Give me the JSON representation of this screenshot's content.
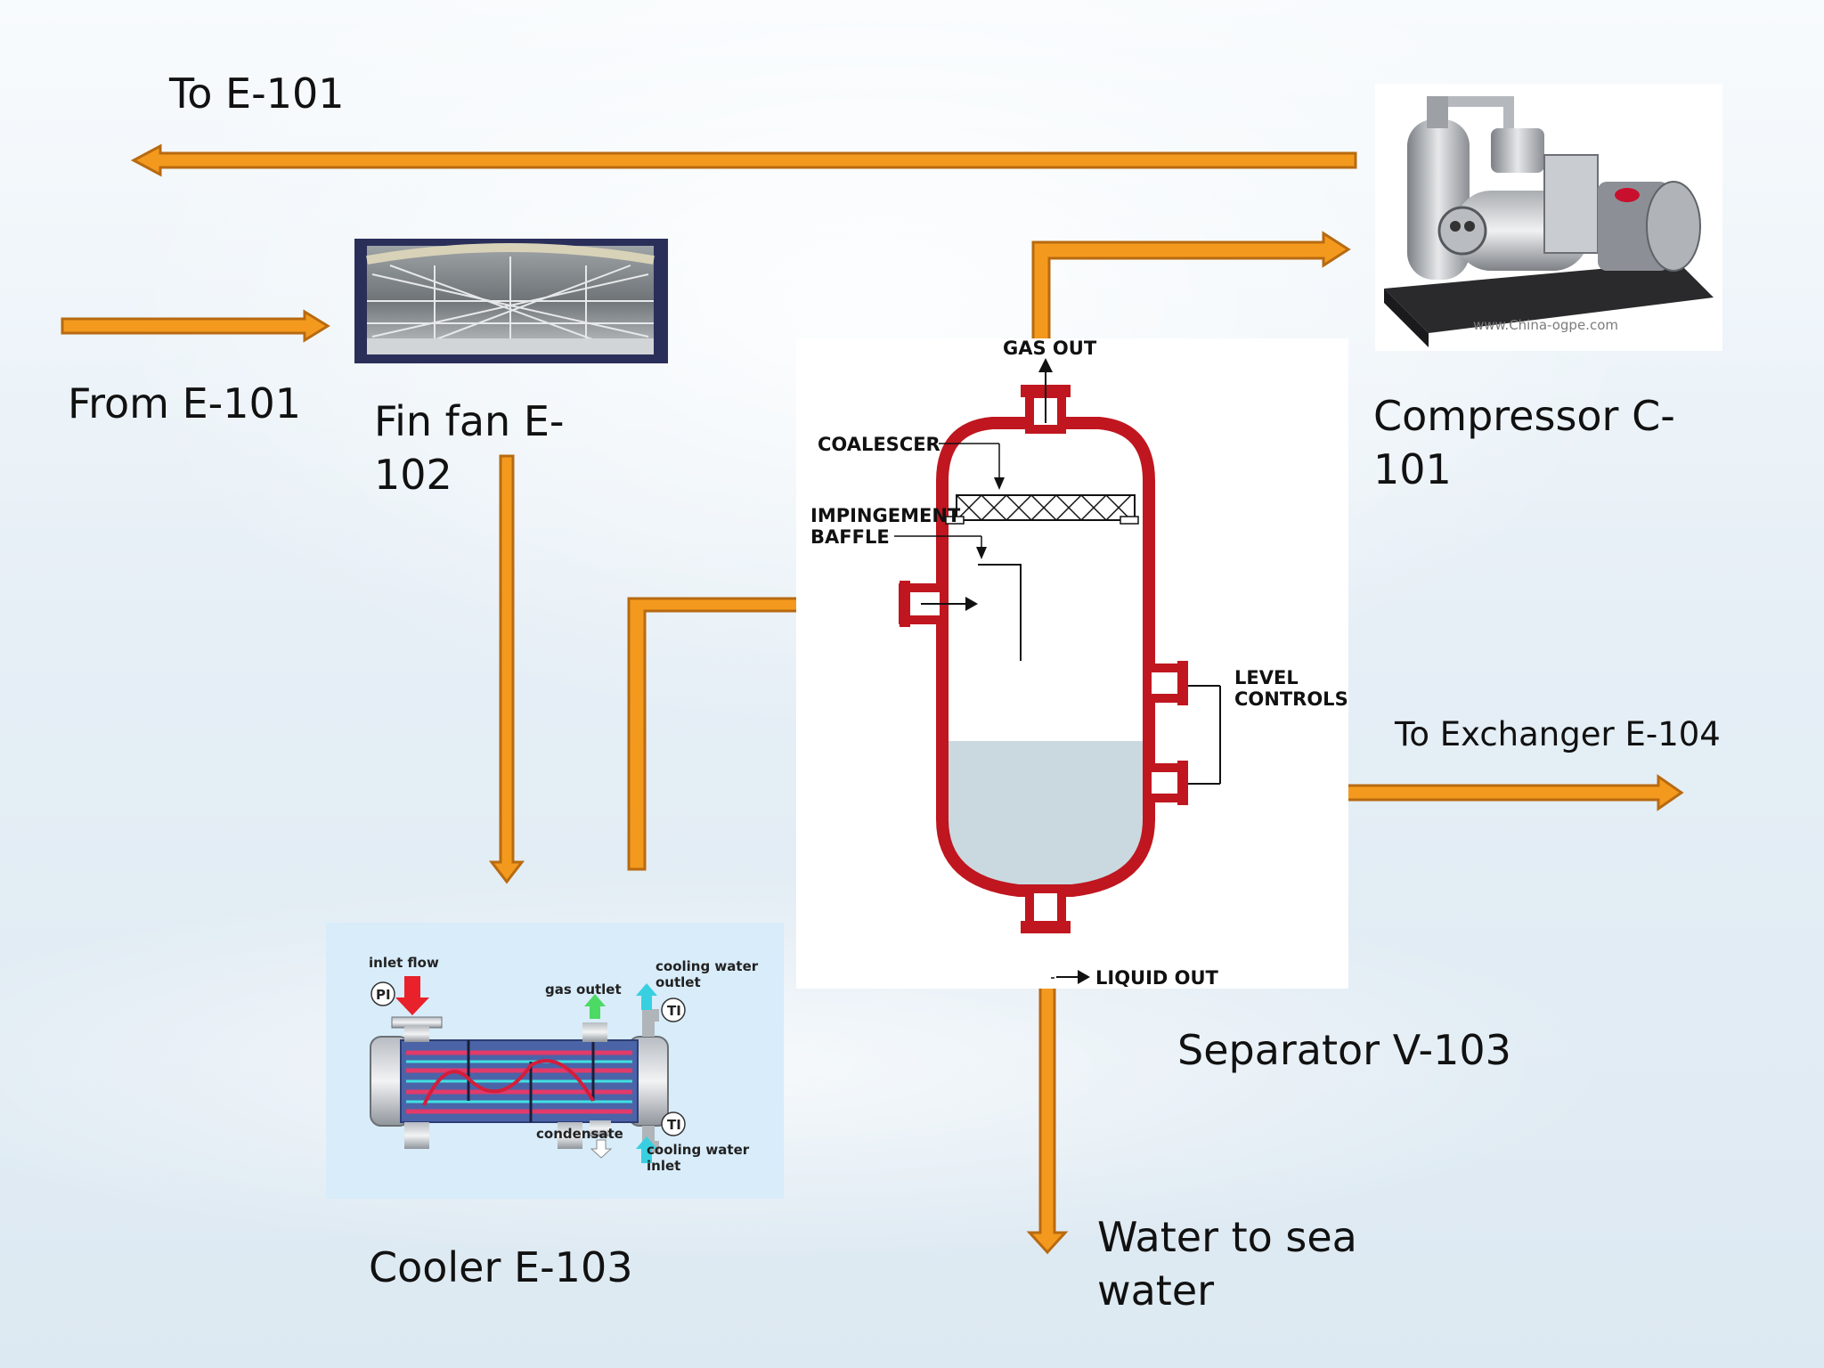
{
  "labels": {
    "to_e101": "To E-101",
    "from_e101": "From E-101",
    "fin_fan_line1": "Fin fan E-",
    "fin_fan_line2": "102",
    "compressor_line1": "Compressor C-",
    "compressor_line2": "101",
    "to_exchanger": "To Exchanger E-104",
    "separator": "Separator V-103",
    "cooler": "Cooler E-103",
    "water_line1": "Water to sea",
    "water_line2": "water"
  },
  "separator_callouts": {
    "gas_out": "GAS OUT",
    "coalescer": "COALESCER",
    "impingement": "IMPINGEMENT",
    "baffle": "BAFFLE",
    "level": "LEVEL",
    "controls": "CONTROLS",
    "liquid_out": "LIQUID OUT"
  },
  "cooler_callouts": {
    "inlet_flow": "inlet flow",
    "pi": "PI",
    "gas_outlet": "gas outlet",
    "cooling_water_outlet_1": "cooling water",
    "cooling_water_outlet_2": "outlet",
    "ti": "TI",
    "condensate": "condensate",
    "cooling_water_inlet_1": "cooling water",
    "cooling_water_inlet_2": "inlet"
  },
  "compressor_watermark": "www.China-ogpe.com",
  "colors": {
    "arrow_fill": "#f39a1e",
    "arrow_stroke": "#b86a10",
    "vessel_red": "#c0161f",
    "liquid": "#c9d9df"
  }
}
